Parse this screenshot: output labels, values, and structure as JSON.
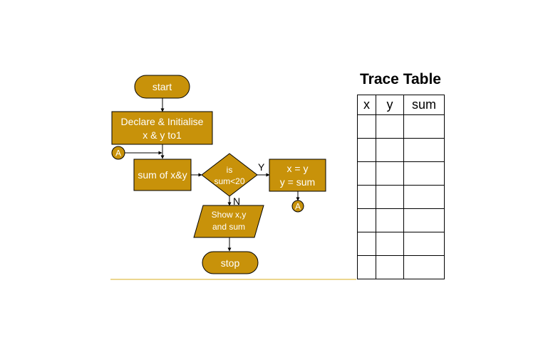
{
  "flowchart": {
    "start": "start",
    "declare_line1": "Declare & Initialise",
    "declare_line2": "x & y to1",
    "process_sum": "sum of x&y",
    "decision_line1": "is",
    "decision_line2": "sum<20",
    "yes_label": "Y",
    "no_label": "N",
    "assign_line1": "x = y",
    "assign_line2": "y = sum",
    "output_line1": "Show x,y",
    "output_line2": "and sum",
    "stop": "stop",
    "connector_in": "A",
    "connector_out": "A"
  },
  "trace_table": {
    "title": "Trace Table",
    "headers": [
      "x",
      "y",
      "sum"
    ],
    "empty_rows": 7
  },
  "colors": {
    "shape_fill": "#c8920a",
    "divider": "#e6c96a"
  }
}
